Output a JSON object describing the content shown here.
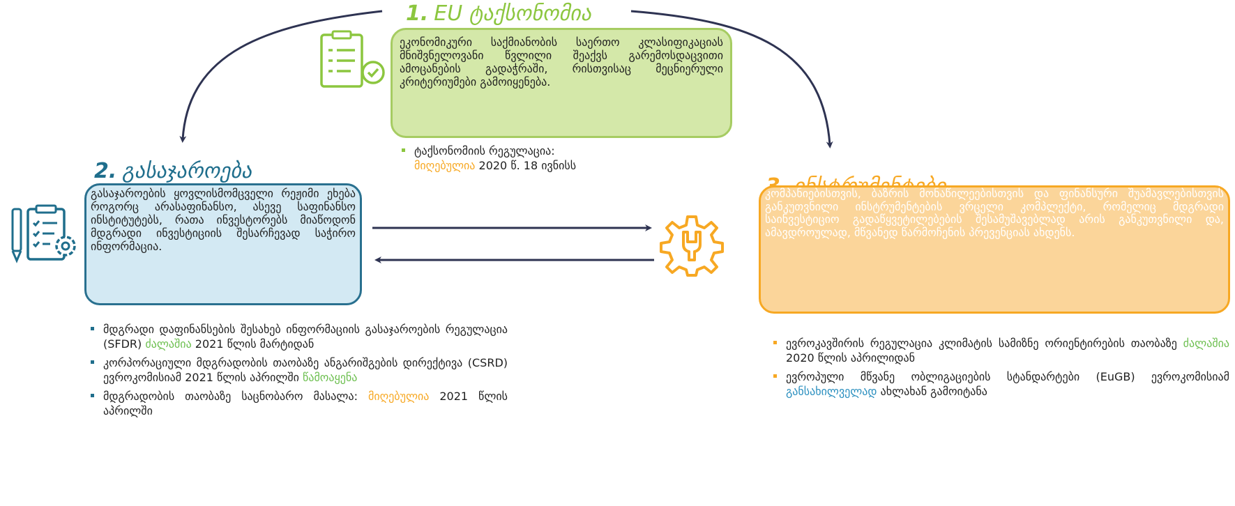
{
  "colors": {
    "green": "#8cc63f",
    "teal": "#1f6e8c",
    "orange": "#f7a823",
    "arrow": "#2e3352"
  },
  "section1": {
    "number": "1.",
    "title": "EU ტაქსონომია",
    "icon": "checklist-check-icon",
    "text": "ეკონომიკური საქმიანობის საერთო კლასიფიკაციას მნიშვნელოვანი წვლილი შეაქვს გარემოსდაცვითი ამოცანების გადაჭრაში, რისთვისაც მეცნიერული კრიტერიუმები გამოიყენება.",
    "bullet": {
      "prefix": "ტაქსონომიის რეგულაცია:",
      "status": "მიღებულია",
      "suffix": "2020 წ. 18 ივნისს"
    }
  },
  "section2": {
    "number": "2.",
    "title": "გასაჯაროება",
    "icon": "clipboard-gear-pen-icon",
    "text": "გასაჯაროების ყოვლისმომცველი რეჟიმი ეხება როგორც არასაფინანსო, ასევე საფინანსო ინსტიტუტებს, რათა ინვესტორებს მიაწოდონ მდგრადი ინვესტიციის შესარჩევად საჭირო ინფორმაცია.",
    "bullets": [
      {
        "prefix": "მდგრადი დაფინანსების შესახებ ინფორმაციის გასაჯაროების რეგულაცია (SFDR)",
        "status": "ძალაშია",
        "suffix": "2021 წლის მარტიდან"
      },
      {
        "prefix": "კორპორაციული მდგრადობის თაობაზე ანგარიშგების დირექტივა (CSRD) ევროკომისიამ 2021 წლის აპრილში",
        "status": "წამოაყენა",
        "suffix": ""
      },
      {
        "prefix": "მდგრადობის თაობაზე საცნობარო მასალა:",
        "status": "მიღებულია",
        "suffix": "2021 წლის აპრილში"
      }
    ]
  },
  "section3": {
    "number": "3.",
    "title": "ინსტრუმენტები",
    "icon": "gear-wrench-icon",
    "text": "კომპანიებისთვის, ბაზრის მონაწილეებისთვის და ფინანსური შუამავლებისთვის განკუთვნილი ინსტრუმენტების ვრცელი კომპლექტი, რომელიც მდგრადი საინვესტიციო გადაწყვეტილებების შესამუშავებლად არის განკუთვნილი და, ამავდროულად, მწვანედ წარმოჩენის პრევენციას ახდენს.",
    "bullets": [
      {
        "prefix": "ევროკავშირის რეგულაცია კლიმატის სამიზნე ორიენტირების თაობაზე",
        "status": "ძალაშია",
        "suffix": "2020 წლის აპრილიდან"
      },
      {
        "prefix": "ევროპული მწვანე ობლიგაციების სტანდარტები (EuGB) ევროკომისიამ",
        "status": "განსახილველად",
        "suffix": "ახლახან გამოიტანა"
      }
    ]
  }
}
